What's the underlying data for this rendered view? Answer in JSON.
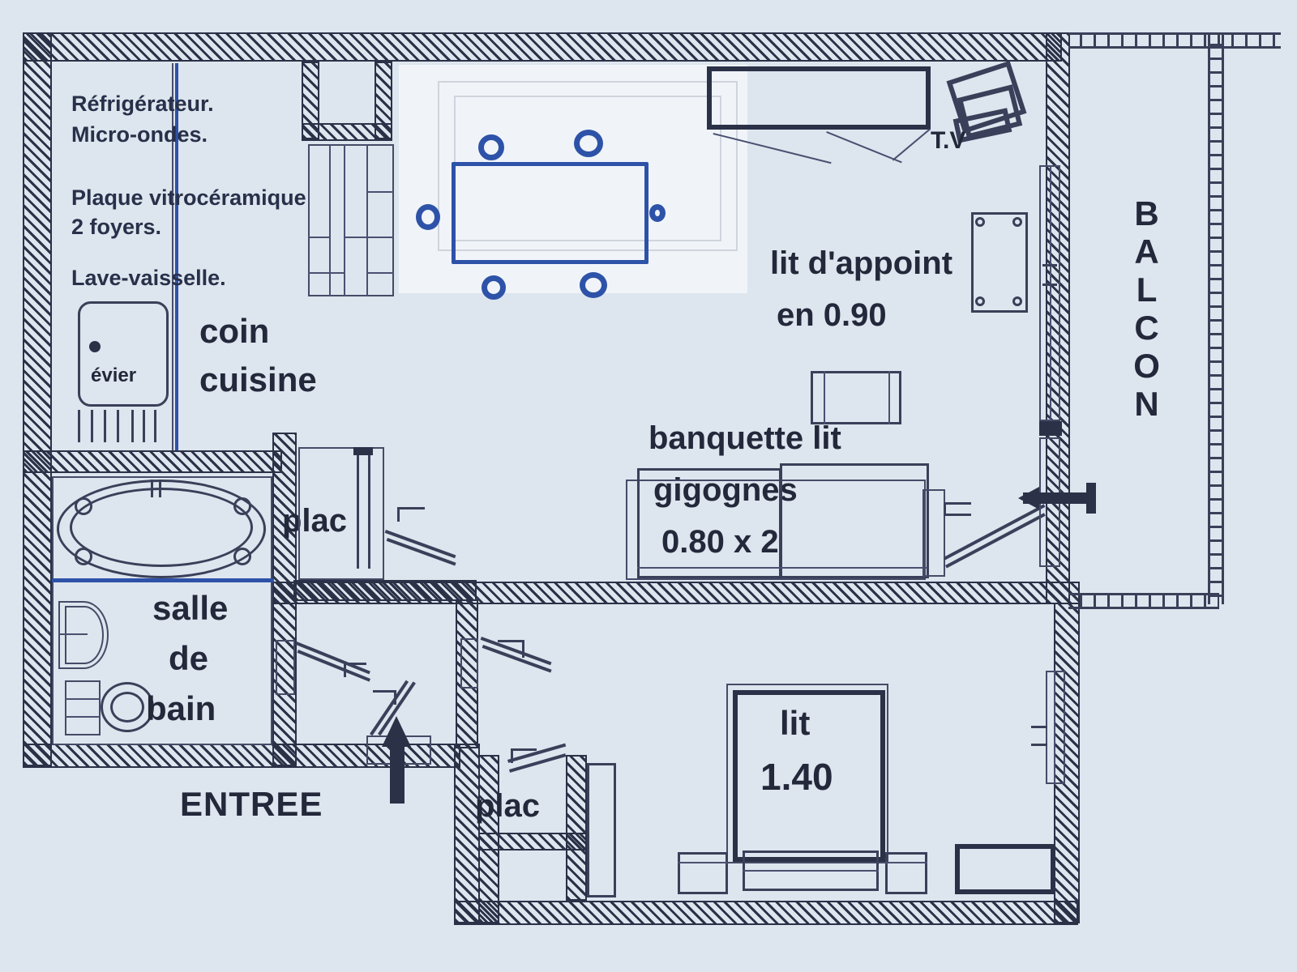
{
  "plan": {
    "background_color": "#dde5ee",
    "ink_color": "#2b3147",
    "pen_color": "#2d52a8"
  },
  "kitchen_notes": {
    "line1": "Réfrigérateur.",
    "line2": "Micro-ondes.",
    "line3": "Plaque vitrocéramique",
    "line4": "2 foyers.",
    "line5": "Lave-vaisselle."
  },
  "labels": {
    "sink": "évier",
    "kitchen_line1": "coin",
    "kitchen_line2": "cuisine",
    "bathroom_line1": "salle",
    "bathroom_line2": "de",
    "bathroom_line3": "bain",
    "closet_1": "plac",
    "closet_2": "plac",
    "entrance": "ENTREE",
    "tv": "T.V",
    "extra_bed_line1": "lit d'appoint",
    "extra_bed_line2": "en 0.90",
    "banquette_line1": "banquette lit",
    "banquette_line2": "gigognes",
    "banquette_line3": "0.80 x 2",
    "bed_line1": "lit",
    "bed_line2": "1.40",
    "balcony": "BALCON"
  }
}
